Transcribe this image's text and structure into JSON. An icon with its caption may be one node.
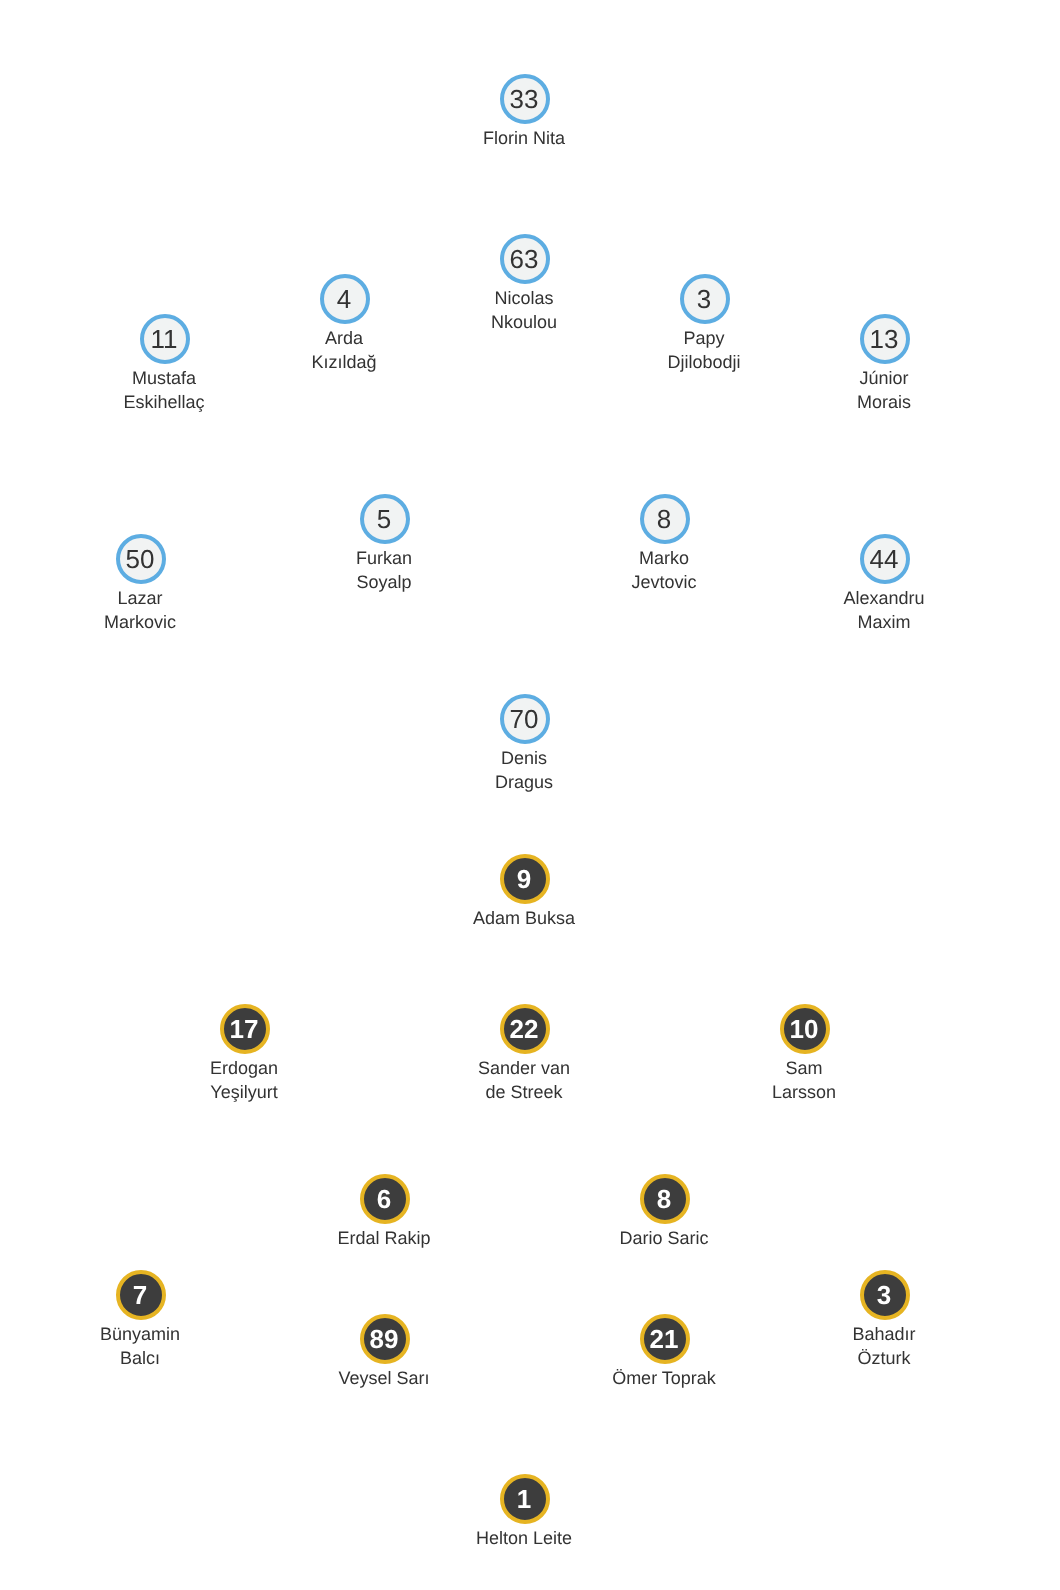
{
  "diagram": {
    "nodes": [
      {
        "text": [
          "33"
        ],
        "beside": [
          "Florin Nita"
        ]
      },
      {
        "text": [
          "63"
        ],
        "beside": [
          "Nicolas Nkoulou"
        ]
      },
      {
        "text": [
          "4"
        ],
        "beside": [
          "Arda Kızıldağ"
        ]
      },
      {
        "text": [
          "3"
        ],
        "beside": [
          "Papy Djilobodji"
        ]
      },
      {
        "text": [
          "11"
        ],
        "beside": [
          "Mustafa Eskihellaç"
        ]
      },
      {
        "text": [
          "13"
        ],
        "beside": [
          "Júnior Morais"
        ]
      },
      {
        "text": [
          "5"
        ],
        "beside": [
          "Furkan Soyalp"
        ]
      },
      {
        "text": [
          "8"
        ],
        "beside": [
          "Marko Jevtovic"
        ]
      },
      {
        "text": [
          "50"
        ],
        "beside": [
          "Lazar Markovic"
        ]
      },
      {
        "text": [
          "44"
        ],
        "beside": [
          "Alexandru Maxim"
        ]
      },
      {
        "text": [
          "70"
        ],
        "beside": [
          "Denis Dragus"
        ]
      },
      {
        "text": [
          "9"
        ],
        "beside": [
          "Adam Buksa"
        ]
      },
      {
        "text": [
          "17"
        ],
        "beside": [
          "Erdogan Yeşilyurt"
        ]
      },
      {
        "text": [
          "22"
        ],
        "beside": [
          "Sander van de Streek"
        ]
      },
      {
        "text": [
          "10"
        ],
        "beside": [
          "Sam Larsson"
        ]
      },
      {
        "text": [
          "6"
        ],
        "beside": [
          "Erdal Rakip"
        ]
      },
      {
        "text": [
          "8"
        ],
        "beside": [
          "Dario Saric"
        ]
      },
      {
        "text": [
          "7"
        ],
        "beside": [
          "Bünyamin Balcı"
        ]
      },
      {
        "text": [
          "3"
        ],
        "beside": [
          "Bahadır Özturk"
        ]
      },
      {
        "text": [
          "89"
        ],
        "beside": [
          "Veysel Sarı"
        ]
      },
      {
        "text": [
          "21"
        ],
        "beside": [
          "Ömer Toprak"
        ]
      },
      {
        "text": [
          "1"
        ],
        "beside": [
          "Helton Leite"
        ]
      }
    ]
  }
}
